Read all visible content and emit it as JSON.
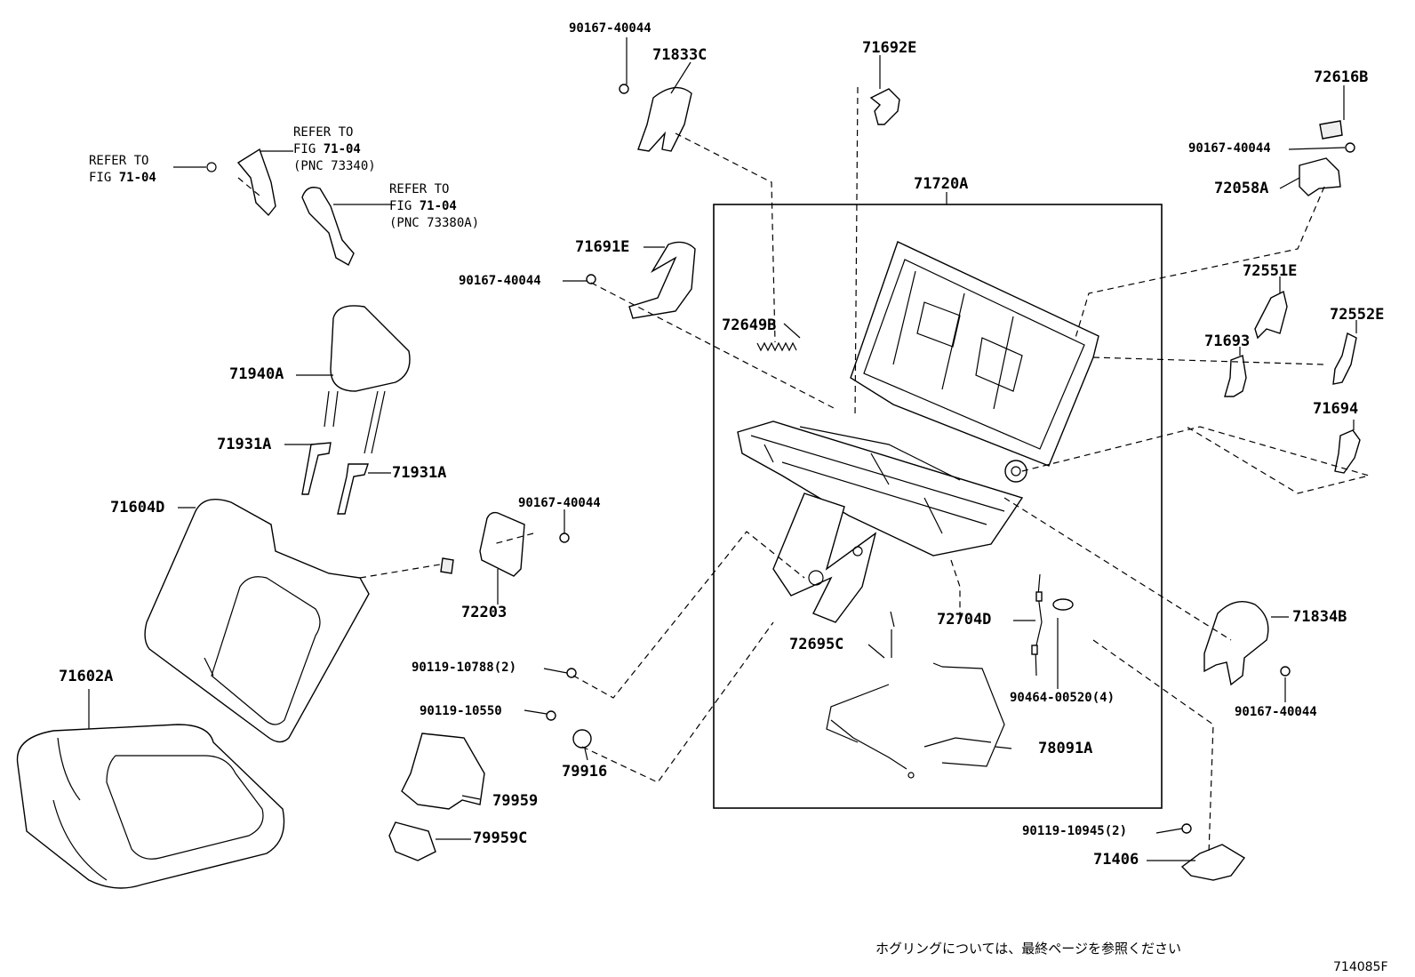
{
  "labels": {
    "p_90167_top": "90167-40044",
    "p_71833C": "71833C",
    "p_71692E": "71692E",
    "p_72616B": "72616B",
    "p_90167_right_top": "90167-40044",
    "p_72058A": "72058A",
    "p_71720A": "71720A",
    "p_71691E": "71691E",
    "p_90167_left_mid": "90167-40044",
    "p_72649B": "72649B",
    "p_72551E": "72551E",
    "p_72552E": "72552E",
    "p_71693": "71693",
    "p_71694": "71694",
    "p_71940A": "71940A",
    "p_71931A_left": "71931A",
    "p_71931A_right": "71931A",
    "p_71604D": "71604D",
    "p_90167_mid": "90167-40044",
    "p_72203": "72203",
    "p_72704D": "72704D",
    "p_72695C": "72695C",
    "p_71834B": "71834B",
    "p_90464": "90464-00520(4)",
    "p_90167_right_low": "90167-40044",
    "p_71602A": "71602A",
    "p_90119_10788": "90119-10788(2)",
    "p_90119_10550": "90119-10550",
    "p_79916": "79916",
    "p_79959": "79959",
    "p_79959C": "79959C",
    "p_78091A": "78091A",
    "p_90119_10945": "90119-10945(2)",
    "p_71406": "71406"
  },
  "refs": {
    "ref1_line1": "REFER TO",
    "ref1_line2_a": "FIG ",
    "ref1_line2_b": "71-04",
    "ref2_line1": "REFER TO",
    "ref2_line2_a": "FIG ",
    "ref2_line2_b": "71-04",
    "ref2_line3": "(PNC 73340)",
    "ref3_line1": "REFER TO",
    "ref3_line2_a": "FIG ",
    "ref3_line2_b": "71-04",
    "ref3_line3": "(PNC 73380A)"
  },
  "footer": {
    "note": "ホグリングについては、最終ページを参照ください",
    "figure_number": "714085F"
  }
}
